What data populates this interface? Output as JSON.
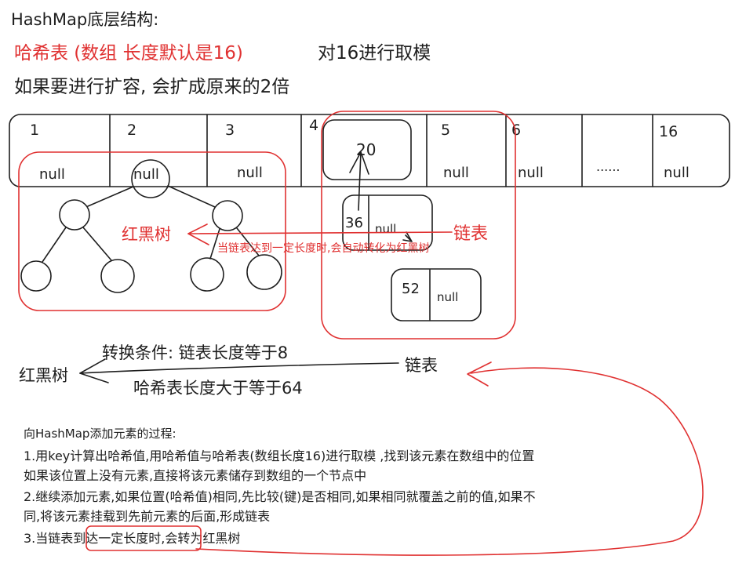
{
  "title": "HashMap底层结构:",
  "line1_red": "哈希表 (数组 长度默认是16)",
  "line1_black": "对16进行取模",
  "line2": "如果要进行扩容, 会扩成原来的2倍",
  "slots": [
    {
      "index": "1",
      "value": "null"
    },
    {
      "index": "2",
      "value": "null"
    },
    {
      "index": "3",
      "value": "null"
    },
    {
      "index": "4",
      "value": ""
    },
    {
      "index": "5",
      "value": "null"
    },
    {
      "index": "6",
      "value": "null"
    },
    {
      "index": "",
      "value": "......"
    },
    {
      "index": "16",
      "value": "null"
    }
  ],
  "list_nodes": [
    {
      "key": "20",
      "value": ""
    },
    {
      "key": "36",
      "value": "null"
    },
    {
      "key": "52",
      "value": "null"
    }
  ],
  "red_black_label": "红黑树",
  "linked_list_label": "链表",
  "arrow_note": "当链表达到一定长度时,会自动转化为红黑树",
  "convert": {
    "title": "转换条件: 链表长度等于8",
    "second": "哈希表长度大于等于64",
    "left": "红黑树",
    "right": "链表"
  },
  "process": {
    "heading": "向HashMap添加元素的过程:",
    "lines": [
      "1.用key计算出哈希值,用哈希值与哈希表(数组长度16)进行取模 ,找到该元素在数组中的位置",
      "如果该位置上没有元素,直接将该元素储存到数组的一个节点中",
      "2.继续添加元素,如果位置(哈希值)相同,先比较(键)是否相同,如果相同就覆盖之前的值,如果不",
      "同,将该元素挂载到先前元素的后面,形成链表",
      "3.当链表到达一定长度时,会转为红黑树"
    ]
  },
  "colors": {
    "ink": "#1e1e1e",
    "accent": "#e03131"
  }
}
